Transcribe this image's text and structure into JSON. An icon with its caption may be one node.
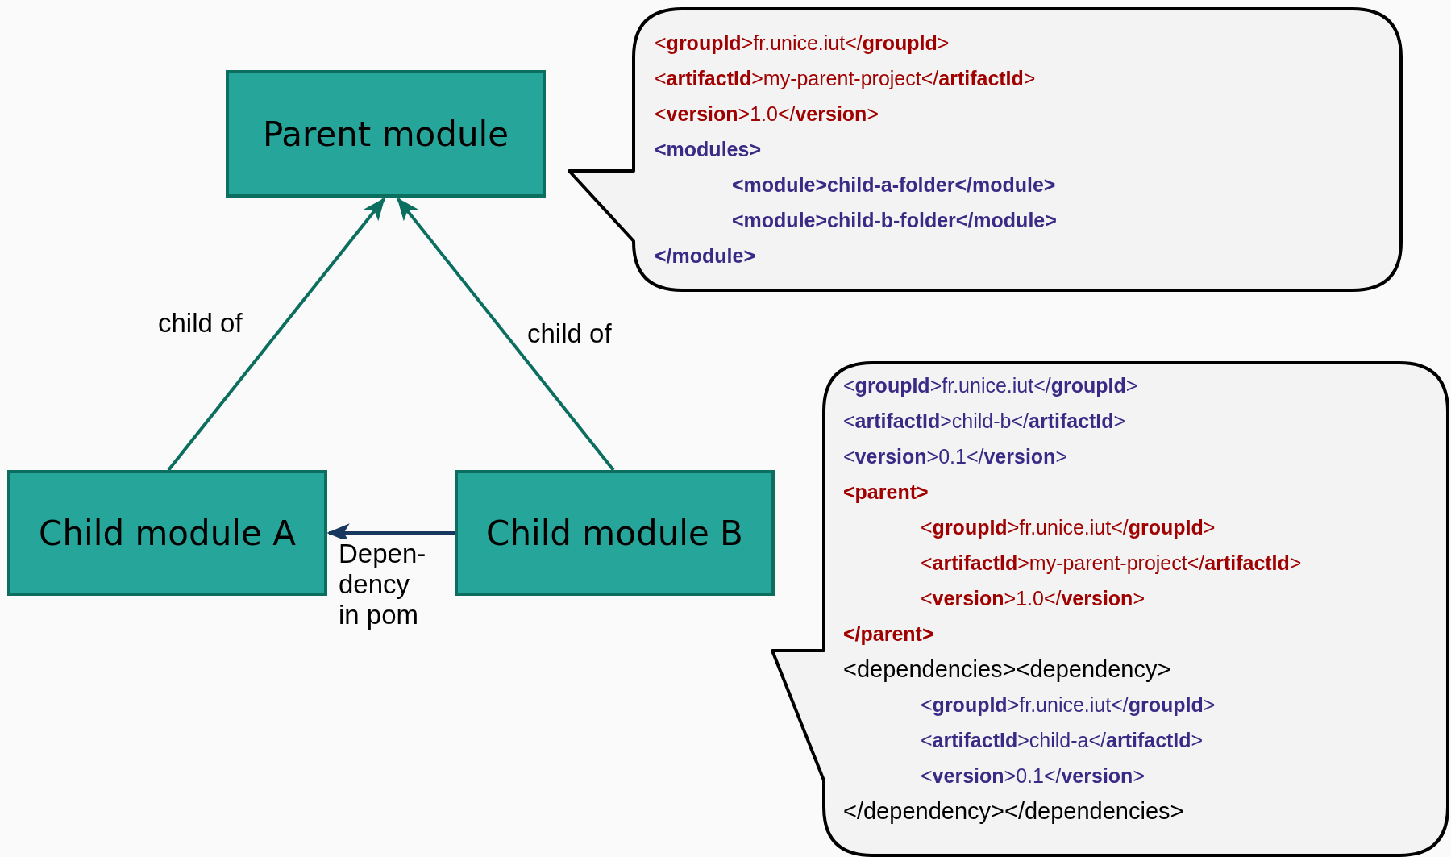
{
  "diagram": {
    "nodes": [
      {
        "text": [
          "Parent module"
        ]
      },
      {
        "text": [
          "Child module A"
        ]
      },
      {
        "text": [
          "Child module B"
        ]
      },
      {
        "text": [
          "<**groupId**>fr.unice.iut</**groupId**>",
          "<**artifactId**>my-parent-project</**artifactId**>",
          "<**version**>1.0</**version**>",
          "<modules>",
          "<module>child-a-folder</module>",
          "<module>child-b-folder</module>",
          "</module>"
        ]
      },
      {
        "text": [
          "<**groupId**>fr.unice.iut</**groupId**>",
          "<**artifactId**>child-b</**artifactId**>",
          "<**version**>0.1</**version**>",
          "<parent>",
          "<**groupId**>fr.unice.iut</**groupId**>",
          "<**artifactId**>my-parent-project</**artifactId**>",
          "<**version**>1.0</**version**>",
          "</parent>",
          "<dependencies><dependency>",
          "<**groupId**>fr.unice.iut</**groupId**>",
          "<**artifactId**>child-a</**artifactId**>",
          "<**version**>0.1</**version**>",
          "</dependency></dependencies>"
        ]
      }
    ],
    "edges": [
      {
        "from": 1,
        "to": 0,
        "arrow": "to",
        "label": "child of"
      },
      {
        "from": 2,
        "to": 0,
        "arrow": "to",
        "label": "child of"
      },
      {
        "from": 2,
        "to": 1,
        "arrow": "to",
        "label": "Depen- dency in pom",
        "color": "#17375e"
      }
    ]
  }
}
